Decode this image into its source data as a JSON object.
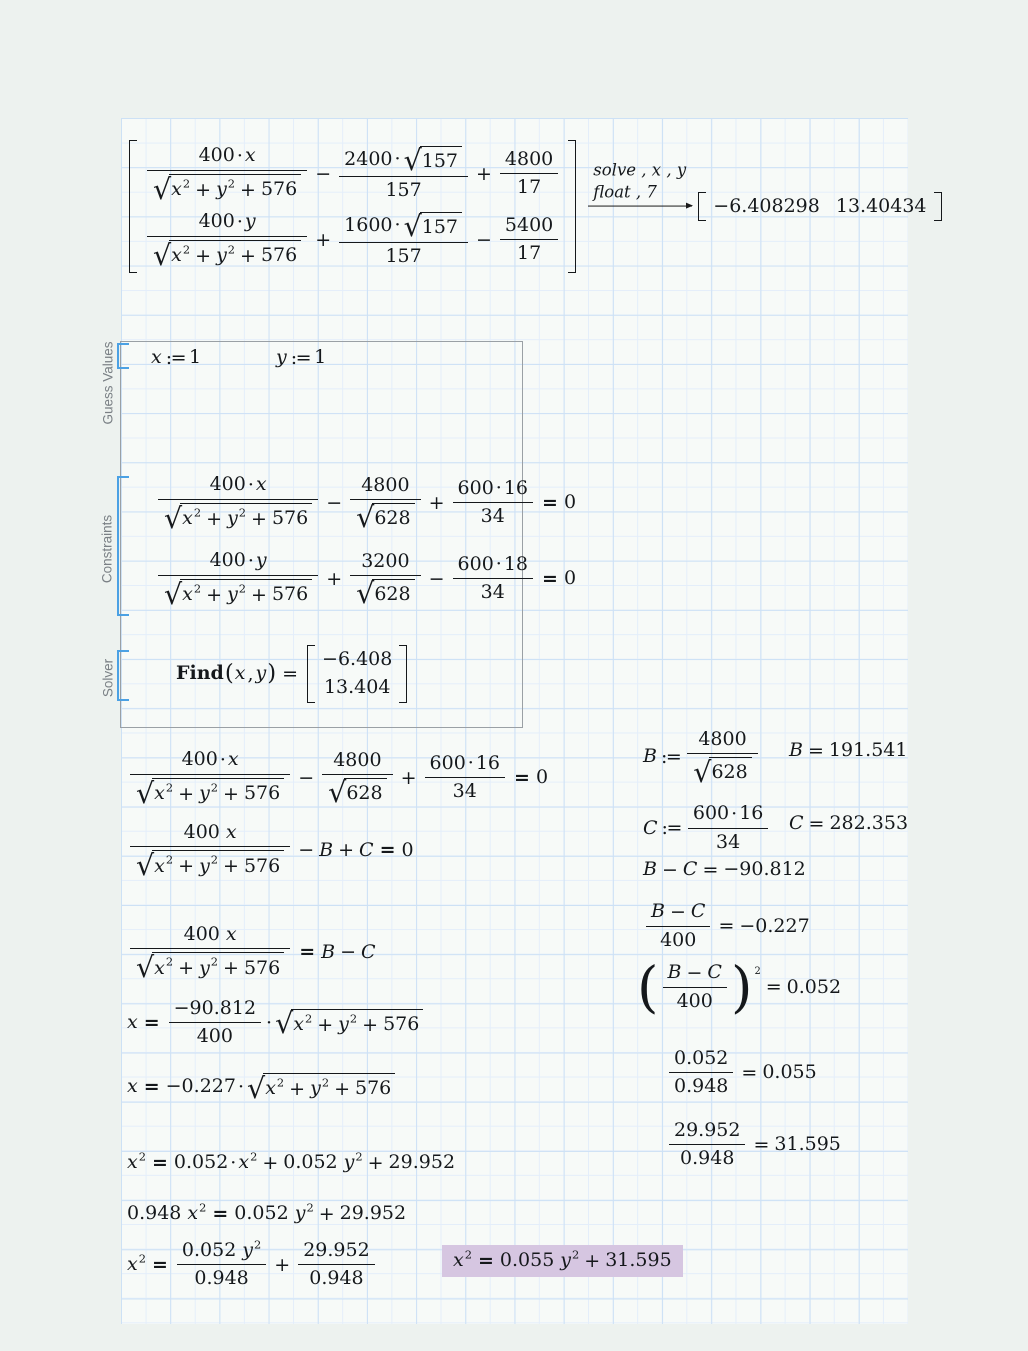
{
  "labels": {
    "guess": "Guess Values",
    "constraints": "Constraints",
    "solver": "Solver"
  },
  "arrow": {
    "line1": "solve , x , y",
    "line2": "float , 7"
  },
  "colors": {
    "bracket_accent": "#4BA1E4",
    "highlight": "#D6C6E1",
    "grid_major": "#CDE1F5",
    "grid_minor": "#E4EEFA",
    "label_gray": "#7A8085"
  },
  "math": {
    "top_vec": [
      "vcol",
      [
        "row",
        [
          "f",
          [
            "row",
            [
              "n",
              "400"
            ],
            [
              "o",
              "·",
              "t"
            ],
            [
              "v",
              "x"
            ]
          ],
          [
            "sq",
            [
              "row",
              [
                "sup",
                [
                  "v",
                  "x"
                ],
                "2"
              ],
              [
                "o",
                "+"
              ],
              [
                "sup",
                [
                  "v",
                  "y"
                ],
                "2"
              ],
              [
                "o",
                "+"
              ],
              [
                "n",
                "576"
              ]
            ]
          ]
        ],
        [
          "o",
          "−"
        ],
        [
          "f",
          [
            "row",
            [
              "n",
              "2400"
            ],
            [
              "o",
              "·",
              "t"
            ],
            [
              "sq",
              [
                "n",
                "157"
              ]
            ]
          ],
          [
            "n",
            "157"
          ]
        ],
        [
          "o",
          "+"
        ],
        [
          "f",
          [
            "n",
            "4800"
          ],
          [
            "n",
            "17"
          ]
        ]
      ],
      [
        "row",
        [
          "f",
          [
            "row",
            [
              "n",
              "400"
            ],
            [
              "o",
              "·",
              "t"
            ],
            [
              "v",
              "y"
            ]
          ],
          [
            "sq",
            [
              "row",
              [
                "sup",
                [
                  "v",
                  "x"
                ],
                "2"
              ],
              [
                "o",
                "+"
              ],
              [
                "sup",
                [
                  "v",
                  "y"
                ],
                "2"
              ],
              [
                "o",
                "+"
              ],
              [
                "n",
                "576"
              ]
            ]
          ]
        ],
        [
          "o",
          "+"
        ],
        [
          "f",
          [
            "row",
            [
              "n",
              "1600"
            ],
            [
              "o",
              "·",
              "t"
            ],
            [
              "sq",
              [
                "n",
                "157"
              ]
            ]
          ],
          [
            "n",
            "157"
          ]
        ],
        [
          "o",
          "−"
        ],
        [
          "f",
          [
            "n",
            "5400"
          ],
          [
            "n",
            "17"
          ]
        ]
      ]
    ],
    "top_result": [
      "vrow",
      [
        "n",
        "−6.408298"
      ],
      [
        "n",
        "13.40434"
      ]
    ],
    "guess_x": [
      "row",
      [
        "v",
        "x"
      ],
      [
        "o",
        ":=",
        "a"
      ],
      [
        "n",
        "1"
      ]
    ],
    "guess_y": [
      "row",
      [
        "v",
        "y"
      ],
      [
        "o",
        ":=",
        "a"
      ],
      [
        "n",
        "1"
      ]
    ],
    "c1": [
      "row",
      [
        "f",
        [
          "row",
          [
            "n",
            "400"
          ],
          [
            "o",
            "·",
            "t"
          ],
          [
            "v",
            "x"
          ]
        ],
        [
          "sq",
          [
            "row",
            [
              "sup",
              [
                "v",
                "x"
              ],
              "2"
            ],
            [
              "o",
              "+"
            ],
            [
              "sup",
              [
                "v",
                "y"
              ],
              "2"
            ],
            [
              "o",
              "+"
            ],
            [
              "n",
              "576"
            ]
          ]
        ]
      ],
      [
        "o",
        "−"
      ],
      [
        "f",
        [
          "n",
          "4800"
        ],
        [
          "sq",
          [
            "n",
            "628"
          ]
        ]
      ],
      [
        "o",
        "+"
      ],
      [
        "f",
        [
          "row",
          [
            "n",
            "600"
          ],
          [
            "o",
            "·",
            "t"
          ],
          [
            "n",
            "16"
          ]
        ],
        [
          "n",
          "34"
        ]
      ],
      [
        "o",
        "=",
        "b"
      ],
      [
        "n",
        "0"
      ]
    ],
    "c2": [
      "row",
      [
        "f",
        [
          "row",
          [
            "n",
            "400"
          ],
          [
            "o",
            "·",
            "t"
          ],
          [
            "v",
            "y"
          ]
        ],
        [
          "sq",
          [
            "row",
            [
              "sup",
              [
                "v",
                "x"
              ],
              "2"
            ],
            [
              "o",
              "+"
            ],
            [
              "sup",
              [
                "v",
                "y"
              ],
              "2"
            ],
            [
              "o",
              "+"
            ],
            [
              "n",
              "576"
            ]
          ]
        ]
      ],
      [
        "o",
        "+"
      ],
      [
        "f",
        [
          "n",
          "3200"
        ],
        [
          "sq",
          [
            "n",
            "628"
          ]
        ]
      ],
      [
        "o",
        "−"
      ],
      [
        "f",
        [
          "row",
          [
            "n",
            "600"
          ],
          [
            "o",
            "·",
            "t"
          ],
          [
            "n",
            "18"
          ]
        ],
        [
          "n",
          "34"
        ]
      ],
      [
        "o",
        "=",
        "b"
      ],
      [
        "n",
        "0"
      ]
    ],
    "solver": [
      "row",
      [
        "b",
        "Find"
      ],
      [
        "par",
        [
          "row",
          [
            "v",
            "x"
          ],
          [
            "o",
            ",",
            "t"
          ],
          [
            "v",
            "y"
          ]
        ]
      ],
      [
        "o",
        "="
      ],
      [
        "vcol",
        [
          "n",
          "−6.408"
        ],
        [
          "n",
          "13.404"
        ]
      ]
    ],
    "L1": [
      "row",
      [
        "f",
        [
          "row",
          [
            "n",
            "400"
          ],
          [
            "o",
            "·",
            "t"
          ],
          [
            "v",
            "x"
          ]
        ],
        [
          "sq",
          [
            "row",
            [
              "sup",
              [
                "v",
                "x"
              ],
              "2"
            ],
            [
              "o",
              "+"
            ],
            [
              "sup",
              [
                "v",
                "y"
              ],
              "2"
            ],
            [
              "o",
              "+"
            ],
            [
              "n",
              "576"
            ]
          ]
        ]
      ],
      [
        "o",
        "−"
      ],
      [
        "f",
        [
          "n",
          "4800"
        ],
        [
          "sq",
          [
            "n",
            "628"
          ]
        ]
      ],
      [
        "o",
        "+"
      ],
      [
        "f",
        [
          "row",
          [
            "n",
            "600"
          ],
          [
            "o",
            "·",
            "t"
          ],
          [
            "n",
            "16"
          ]
        ],
        [
          "n",
          "34"
        ]
      ],
      [
        "o",
        "=",
        "b"
      ],
      [
        "n",
        "0"
      ]
    ],
    "L2": [
      "row",
      [
        "f",
        [
          "row",
          [
            "n",
            "400"
          ],
          [
            "sp"
          ],
          [
            "v",
            "x"
          ]
        ],
        [
          "sq",
          [
            "row",
            [
              "sup",
              [
                "v",
                "x"
              ],
              "2"
            ],
            [
              "o",
              "+"
            ],
            [
              "sup",
              [
                "v",
                "y"
              ],
              "2"
            ],
            [
              "o",
              "+"
            ],
            [
              "n",
              "576"
            ]
          ]
        ]
      ],
      [
        "o",
        "−"
      ],
      [
        "v",
        "B"
      ],
      [
        "o",
        "+"
      ],
      [
        "v",
        "C"
      ],
      [
        "o",
        "=",
        "b"
      ],
      [
        "n",
        "0"
      ]
    ],
    "L3": [
      "row",
      [
        "f",
        [
          "row",
          [
            "n",
            "400"
          ],
          [
            "sp"
          ],
          [
            "v",
            "x"
          ]
        ],
        [
          "sq",
          [
            "row",
            [
              "sup",
              [
                "v",
                "x"
              ],
              "2"
            ],
            [
              "o",
              "+"
            ],
            [
              "sup",
              [
                "v",
                "y"
              ],
              "2"
            ],
            [
              "o",
              "+"
            ],
            [
              "n",
              "576"
            ]
          ]
        ]
      ],
      [
        "o",
        "=",
        "b"
      ],
      [
        "v",
        "B"
      ],
      [
        "o",
        "−"
      ],
      [
        "v",
        "C"
      ]
    ],
    "L4": [
      "row",
      [
        "v",
        "x"
      ],
      [
        "o",
        "=",
        "b"
      ],
      [
        "f",
        [
          "n",
          "−90.812"
        ],
        [
          "n",
          "400"
        ]
      ],
      [
        "o",
        "·",
        "t"
      ],
      [
        "sq",
        [
          "row",
          [
            "sup",
            [
              "v",
              "x"
            ],
            "2"
          ],
          [
            "o",
            "+"
          ],
          [
            "sup",
            [
              "v",
              "y"
            ],
            "2"
          ],
          [
            "o",
            "+"
          ],
          [
            "n",
            "576"
          ]
        ]
      ]
    ],
    "L5": [
      "row",
      [
        "v",
        "x"
      ],
      [
        "o",
        "=",
        "b"
      ],
      [
        "n",
        "−0.227"
      ],
      [
        "o",
        "·",
        "t"
      ],
      [
        "sq",
        [
          "row",
          [
            "sup",
            [
              "v",
              "x"
            ],
            "2"
          ],
          [
            "o",
            "+"
          ],
          [
            "sup",
            [
              "v",
              "y"
            ],
            "2"
          ],
          [
            "o",
            "+"
          ],
          [
            "n",
            "576"
          ]
        ]
      ]
    ],
    "L6": [
      "row",
      [
        "sup",
        [
          "v",
          "x"
        ],
        "2"
      ],
      [
        "o",
        "=",
        "b"
      ],
      [
        "n",
        "0.052"
      ],
      [
        "o",
        "·",
        "t"
      ],
      [
        "sup",
        [
          "v",
          "x"
        ],
        "2"
      ],
      [
        "o",
        "+"
      ],
      [
        "n",
        "0.052"
      ],
      [
        "sp"
      ],
      [
        "sup",
        [
          "v",
          "y"
        ],
        "2"
      ],
      [
        "o",
        "+"
      ],
      [
        "n",
        "29.952"
      ]
    ],
    "L7": [
      "row",
      [
        "n",
        "0.948"
      ],
      [
        "sp"
      ],
      [
        "sup",
        [
          "v",
          "x"
        ],
        "2"
      ],
      [
        "o",
        "=",
        "b"
      ],
      [
        "n",
        "0.052"
      ],
      [
        "sp"
      ],
      [
        "sup",
        [
          "v",
          "y"
        ],
        "2"
      ],
      [
        "o",
        "+"
      ],
      [
        "n",
        "29.952"
      ]
    ],
    "L8": [
      "row",
      [
        "sup",
        [
          "v",
          "x"
        ],
        "2"
      ],
      [
        "o",
        "=",
        "b"
      ],
      [
        "f",
        [
          "row",
          [
            "n",
            "0.052"
          ],
          [
            "sp"
          ],
          [
            "sup",
            [
              "v",
              "y"
            ],
            "2"
          ]
        ],
        [
          "n",
          "0.948"
        ]
      ],
      [
        "o",
        "+"
      ],
      [
        "f",
        [
          "n",
          "29.952"
        ],
        [
          "n",
          "0.948"
        ]
      ]
    ],
    "R1": [
      "row",
      [
        "v",
        "B"
      ],
      [
        "o",
        ":=",
        "a"
      ],
      [
        "f",
        [
          "n",
          "4800"
        ],
        [
          "sq",
          [
            "n",
            "628"
          ]
        ]
      ]
    ],
    "R1b": [
      "row",
      [
        "v",
        "B"
      ],
      [
        "o",
        "="
      ],
      [
        "n",
        "191.541"
      ]
    ],
    "R2": [
      "row",
      [
        "v",
        "C"
      ],
      [
        "o",
        ":=",
        "a"
      ],
      [
        "f",
        [
          "row",
          [
            "n",
            "600"
          ],
          [
            "o",
            "·",
            "t"
          ],
          [
            "n",
            "16"
          ]
        ],
        [
          "n",
          "34"
        ]
      ]
    ],
    "R2b": [
      "row",
      [
        "v",
        "C"
      ],
      [
        "o",
        "="
      ],
      [
        "n",
        "282.353"
      ]
    ],
    "R3": [
      "row",
      [
        "v",
        "B"
      ],
      [
        "o",
        "−"
      ],
      [
        "v",
        "C"
      ],
      [
        "o",
        "="
      ],
      [
        "n",
        "−90.812"
      ]
    ],
    "R4": [
      "row",
      [
        "f",
        [
          "row",
          [
            "v",
            "B"
          ],
          [
            "o",
            "−"
          ],
          [
            "v",
            "C"
          ]
        ],
        [
          "n",
          "400"
        ]
      ],
      [
        "o",
        "="
      ],
      [
        "n",
        "−0.227"
      ]
    ],
    "R5": [
      "row",
      [
        "sup",
        [
          "par",
          [
            "f",
            [
              "row",
              [
                "v",
                "B"
              ],
              [
                "o",
                "−"
              ],
              [
                "v",
                "C"
              ]
            ],
            [
              "n",
              "400"
            ]
          ],
          "big"
        ],
        "2"
      ],
      [
        "o",
        "="
      ],
      [
        "n",
        "0.052"
      ]
    ],
    "R6": [
      "row",
      [
        "f",
        [
          "n",
          "0.052"
        ],
        [
          "n",
          "0.948"
        ]
      ],
      [
        "o",
        "="
      ],
      [
        "n",
        "0.055"
      ]
    ],
    "R7": [
      "row",
      [
        "f",
        [
          "n",
          "29.952"
        ],
        [
          "n",
          "0.948"
        ]
      ],
      [
        "o",
        "="
      ],
      [
        "n",
        "31.595"
      ]
    ],
    "HL": [
      "row",
      [
        "sup",
        [
          "v",
          "x"
        ],
        "2"
      ],
      [
        "o",
        "=",
        "b"
      ],
      [
        "n",
        "0.055"
      ],
      [
        "sp"
      ],
      [
        "sup",
        [
          "v",
          "y"
        ],
        "2"
      ],
      [
        "o",
        "+"
      ],
      [
        "n",
        "31.595"
      ]
    ]
  }
}
